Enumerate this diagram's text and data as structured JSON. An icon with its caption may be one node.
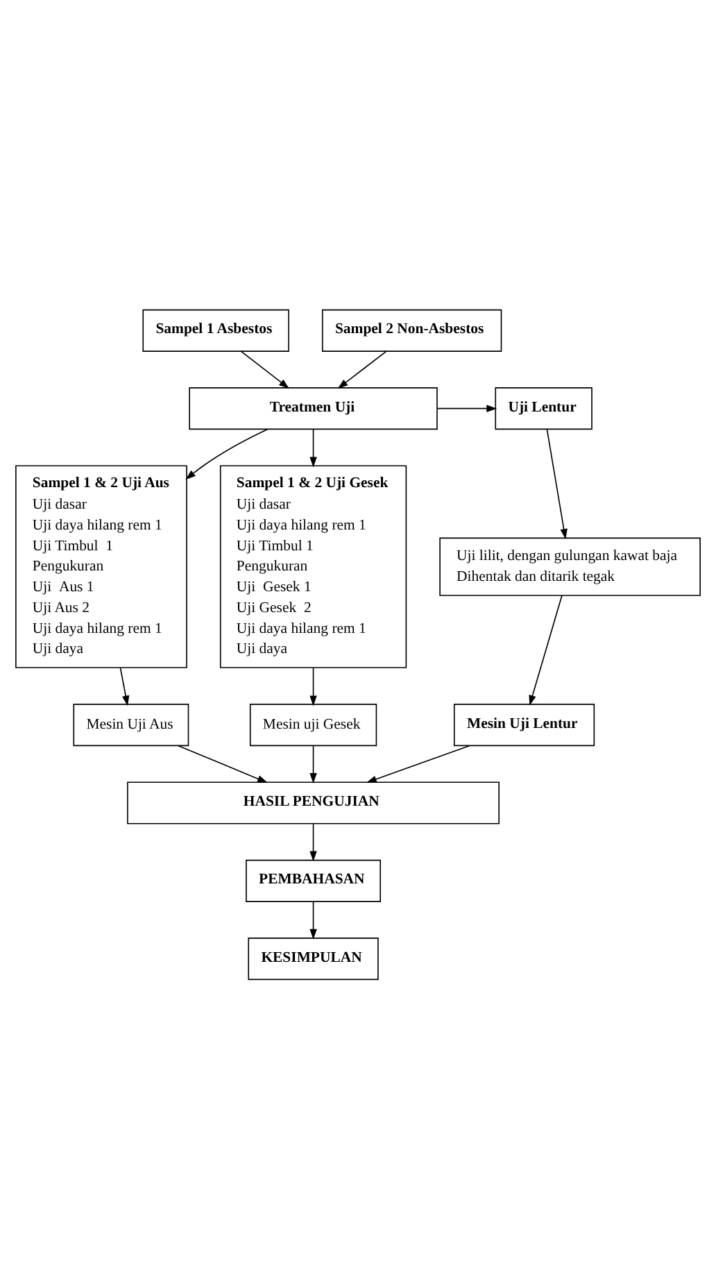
{
  "diagram": {
    "nodes": [
      {
        "text": [
          "Sampel 1 Asbestos"
        ]
      },
      {
        "text": [
          "Sampel 2 Non-Asbestos"
        ]
      },
      {
        "text": [
          "Treatmen Uji"
        ]
      },
      {
        "text": [
          "Uji Lentur"
        ]
      },
      {
        "text": [
          "Sampel 1 & 2 Uji Aus",
          "Uji dasar",
          "Uji daya hilang rem 1",
          "Uji Timbul  1",
          "Pengukuran",
          "Uji  Aus 1",
          "Uji Aus 2",
          "Uji daya hilang rem 1",
          "Uji daya"
        ]
      },
      {
        "text": [
          "Sampel 1 & 2 Uji Gesek",
          "Uji dasar",
          "Uji daya hilang rem 1",
          "Uji Timbul 1",
          "Pengukuran",
          "Uji  Gesek 1",
          "Uji Gesek  2",
          "Uji daya hilang rem 1",
          "Uji daya"
        ]
      },
      {
        "text": [
          "Uji lilit, dengan gulungan kawat baja",
          "Dihentak dan ditarik tegak"
        ]
      },
      {
        "text": [
          "Mesin Uji Lentur"
        ]
      },
      {
        "text": [
          "Mesin Uji Aus"
        ]
      },
      {
        "text": [
          "Mesin uji Gesek"
        ]
      },
      {
        "text": [
          "HASIL PENGUJIAN"
        ]
      },
      {
        "text": [
          "PEMBAHASAN"
        ]
      },
      {
        "text": [
          "KESIMPULAN"
        ]
      }
    ],
    "edges": [
      {
        "from": 0,
        "to": 2,
        "arrow": "to"
      },
      {
        "from": 1,
        "to": 2,
        "arrow": "to"
      },
      {
        "from": 2,
        "to": 3,
        "arrow": "to"
      },
      {
        "from": 2,
        "to": 4,
        "arrow": "to"
      },
      {
        "from": 2,
        "to": 5,
        "arrow": "to"
      },
      {
        "from": 3,
        "to": 6,
        "arrow": "to"
      },
      {
        "from": 6,
        "to": 7,
        "arrow": "to"
      },
      {
        "from": 4,
        "to": 8,
        "arrow": "to"
      },
      {
        "from": 5,
        "to": 9,
        "arrow": "to"
      },
      {
        "from": 8,
        "to": 10,
        "arrow": "to"
      },
      {
        "from": 9,
        "to": 10,
        "arrow": "to"
      },
      {
        "from": 7,
        "to": 10,
        "arrow": "to"
      },
      {
        "from": 10,
        "to": 11,
        "arrow": "to"
      },
      {
        "from": 11,
        "to": 12,
        "arrow": "to"
      }
    ]
  }
}
